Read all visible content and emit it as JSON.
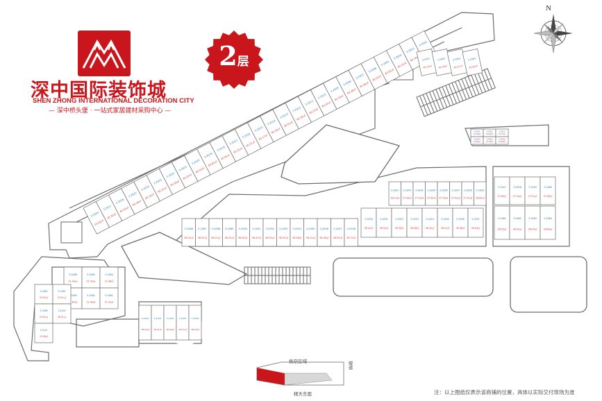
{
  "brand": {
    "name_cn": "深中国际装饰城",
    "name_en": "SHEN ZHONG INTERNATIONAL DECORATION CITY",
    "slogan": "— 深中桥头堡 · 一站式家居建材采购中心 —",
    "color": "#c9161d"
  },
  "floor_badge": {
    "number": "2",
    "unit": "层"
  },
  "compass": {
    "label": "N",
    "icon": "compass-rose-icon"
  },
  "legend": {
    "overhead_label": "挑空区域",
    "atrium_label": "精天东面",
    "ramp_label": "坡道"
  },
  "note": "注：以上图纸仅表示该商铺的位置，具体以实际交付现场为准",
  "colors": {
    "wall": "#6b6b6b",
    "unit_label": "#1f78b4",
    "area_label": "#d9342b",
    "accent": "#c9161d"
  },
  "units": {
    "upper_strip": [
      {
        "id": "3-2002",
        "area": "41.58㎡"
      },
      {
        "id": "3-2003",
        "area": "40.16㎡"
      },
      {
        "id": "3-2004",
        "area": "40.31㎡"
      },
      {
        "id": "3-2005",
        "area": "40.65㎡"
      },
      {
        "id": "3-2006",
        "area": "40.52㎡"
      },
      {
        "id": "3-2007",
        "area": "40.46㎡"
      },
      {
        "id": "3-2008",
        "area": "40.38㎡"
      },
      {
        "id": "3-2009",
        "area": "40.35㎡"
      },
      {
        "id": "3-2010",
        "area": "40.47㎡"
      },
      {
        "id": "3-2011",
        "area": "40.53㎡"
      },
      {
        "id": "3-2012",
        "area": "40.59㎡"
      },
      {
        "id": "3-2013",
        "area": "40.61㎡"
      },
      {
        "id": "3-2014",
        "area": "40.35㎡"
      },
      {
        "id": "3-2015",
        "area": "40.17㎡"
      },
      {
        "id": "3-2016",
        "area": "40.21㎡"
      },
      {
        "id": "3-2017",
        "area": "40.33㎡"
      },
      {
        "id": "3-2018",
        "area": "40.56㎡"
      },
      {
        "id": "3-2019",
        "area": "40.61㎡"
      },
      {
        "id": "3-2020",
        "area": "40.55㎡"
      },
      {
        "id": "3-2021",
        "area": "40.47㎡"
      },
      {
        "id": "3-2022",
        "area": "40.38㎡"
      },
      {
        "id": "3-2023",
        "area": "40.21㎡"
      },
      {
        "id": "3-2024",
        "area": "40.18㎡"
      },
      {
        "id": "3-2025",
        "area": "40.34㎡"
      },
      {
        "id": "3-2026",
        "area": "40.45㎡"
      },
      {
        "id": "3-2027",
        "area": "45.30㎡"
      },
      {
        "id": "3-2028",
        "area": "43.62㎡"
      }
    ],
    "middle_row": [
      {
        "id": "3-2086",
        "area": "38.42㎡"
      },
      {
        "id": "3-2087",
        "area": "38.55㎡"
      },
      {
        "id": "3-2088",
        "area": "38.21㎡"
      },
      {
        "id": "3-2089",
        "area": "38.34㎡"
      },
      {
        "id": "3-2090",
        "area": "38.62㎡"
      },
      {
        "id": "3-2091",
        "area": "38.47㎡"
      },
      {
        "id": "3-2092",
        "area": "38.52㎡"
      },
      {
        "id": "3-2093",
        "area": "38.35㎡"
      },
      {
        "id": "3-2094",
        "area": "38.58㎡"
      },
      {
        "id": "3-2095",
        "area": "38.41㎡"
      },
      {
        "id": "3-2096",
        "area": "38.36㎡"
      },
      {
        "id": "3-2097",
        "area": "38.55㎡"
      },
      {
        "id": "3-2098",
        "area": "38.72㎡"
      }
    ],
    "block_a": [
      {
        "id": "3-2042",
        "area": "38.12㎡"
      },
      {
        "id": "3-2043",
        "area": "37.56㎡"
      },
      {
        "id": "3-2044",
        "area": "37.42㎡"
      },
      {
        "id": "3-2045",
        "area": "37.49㎡"
      },
      {
        "id": "3-2046",
        "area": "37.45㎡"
      },
      {
        "id": "3-2047",
        "area": "37.52㎡"
      },
      {
        "id": "3-2048",
        "area": "37.51㎡"
      },
      {
        "id": "3-2049",
        "area": "38.62㎡"
      },
      {
        "id": "3-2050",
        "area": "38.42㎡"
      },
      {
        "id": "3-2051",
        "area": "38.55㎡"
      },
      {
        "id": "3-2052",
        "area": "38.38㎡"
      },
      {
        "id": "3-2053",
        "area": "38.36㎡"
      },
      {
        "id": "3-2054",
        "area": "38.45㎡"
      },
      {
        "id": "3-2055",
        "area": "38.51㎡"
      },
      {
        "id": "3-2056",
        "area": "38.36㎡"
      },
      {
        "id": "3-2057",
        "area": "38.54㎡"
      }
    ],
    "block_b": [
      {
        "id": "3-2057",
        "area": "37.62㎡"
      },
      {
        "id": "3-2058",
        "area": "37.54㎡"
      },
      {
        "id": "3-2059",
        "area": "37.51㎡"
      },
      {
        "id": "3-2060",
        "area": "37.58㎡"
      },
      {
        "id": "3-2061",
        "area": "38.55㎡"
      },
      {
        "id": "3-2062",
        "area": "38.52㎡"
      },
      {
        "id": "3-2063",
        "area": "38.47㎡"
      },
      {
        "id": "3-2064",
        "area": "38.60㎡"
      }
    ],
    "upper_right": [
      {
        "id": "3-2001",
        "area": "46.34㎡"
      },
      {
        "id": "3-2062",
        "area": "46.36㎡"
      },
      {
        "id": "3-2063",
        "area": "46.67㎡"
      },
      {
        "id": "3-2064",
        "area": "45.82㎡"
      }
    ],
    "right_small": [
      {
        "id": "3-2051",
        "area": "15.56㎡"
      },
      {
        "id": "3-2052",
        "area": "15.62㎡"
      },
      {
        "id": "3-2053",
        "area": "15.71㎡"
      },
      {
        "id": "3-2054",
        "area": "15.65㎡"
      },
      {
        "id": "3-2055",
        "area": "15.58㎡"
      },
      {
        "id": "3-2056",
        "area": "15.60㎡"
      }
    ],
    "left_cluster": [
      {
        "id": "3-2086",
        "area": "21.42㎡"
      },
      {
        "id": "3-2085",
        "area": "21.35㎡"
      },
      {
        "id": "3-2084",
        "area": "21.56㎡"
      },
      {
        "id": "3-2083",
        "area": "21.62㎡"
      },
      {
        "id": "3-2082",
        "area": "21.49㎡"
      },
      {
        "id": "3-2081",
        "area": "21.52㎡"
      },
      {
        "id": "3-2080",
        "area": "24.35㎡"
      },
      {
        "id": "3-2099",
        "area": "24.41㎡"
      },
      {
        "id": "3-2098",
        "area": "24.52㎡"
      },
      {
        "id": "3-2100",
        "area": "36.51㎡"
      },
      {
        "id": "3-2101",
        "area": "19.36㎡"
      }
    ],
    "bottom_row": [
      {
        "id": "3-2102",
        "area": "38.52㎡"
      },
      {
        "id": "3-2103",
        "area": "38.41㎡"
      },
      {
        "id": "3-2104",
        "area": "38.46㎡"
      },
      {
        "id": "3-2105",
        "area": "38.57㎡"
      },
      {
        "id": "3-2106",
        "area": "38.49㎡"
      }
    ]
  }
}
